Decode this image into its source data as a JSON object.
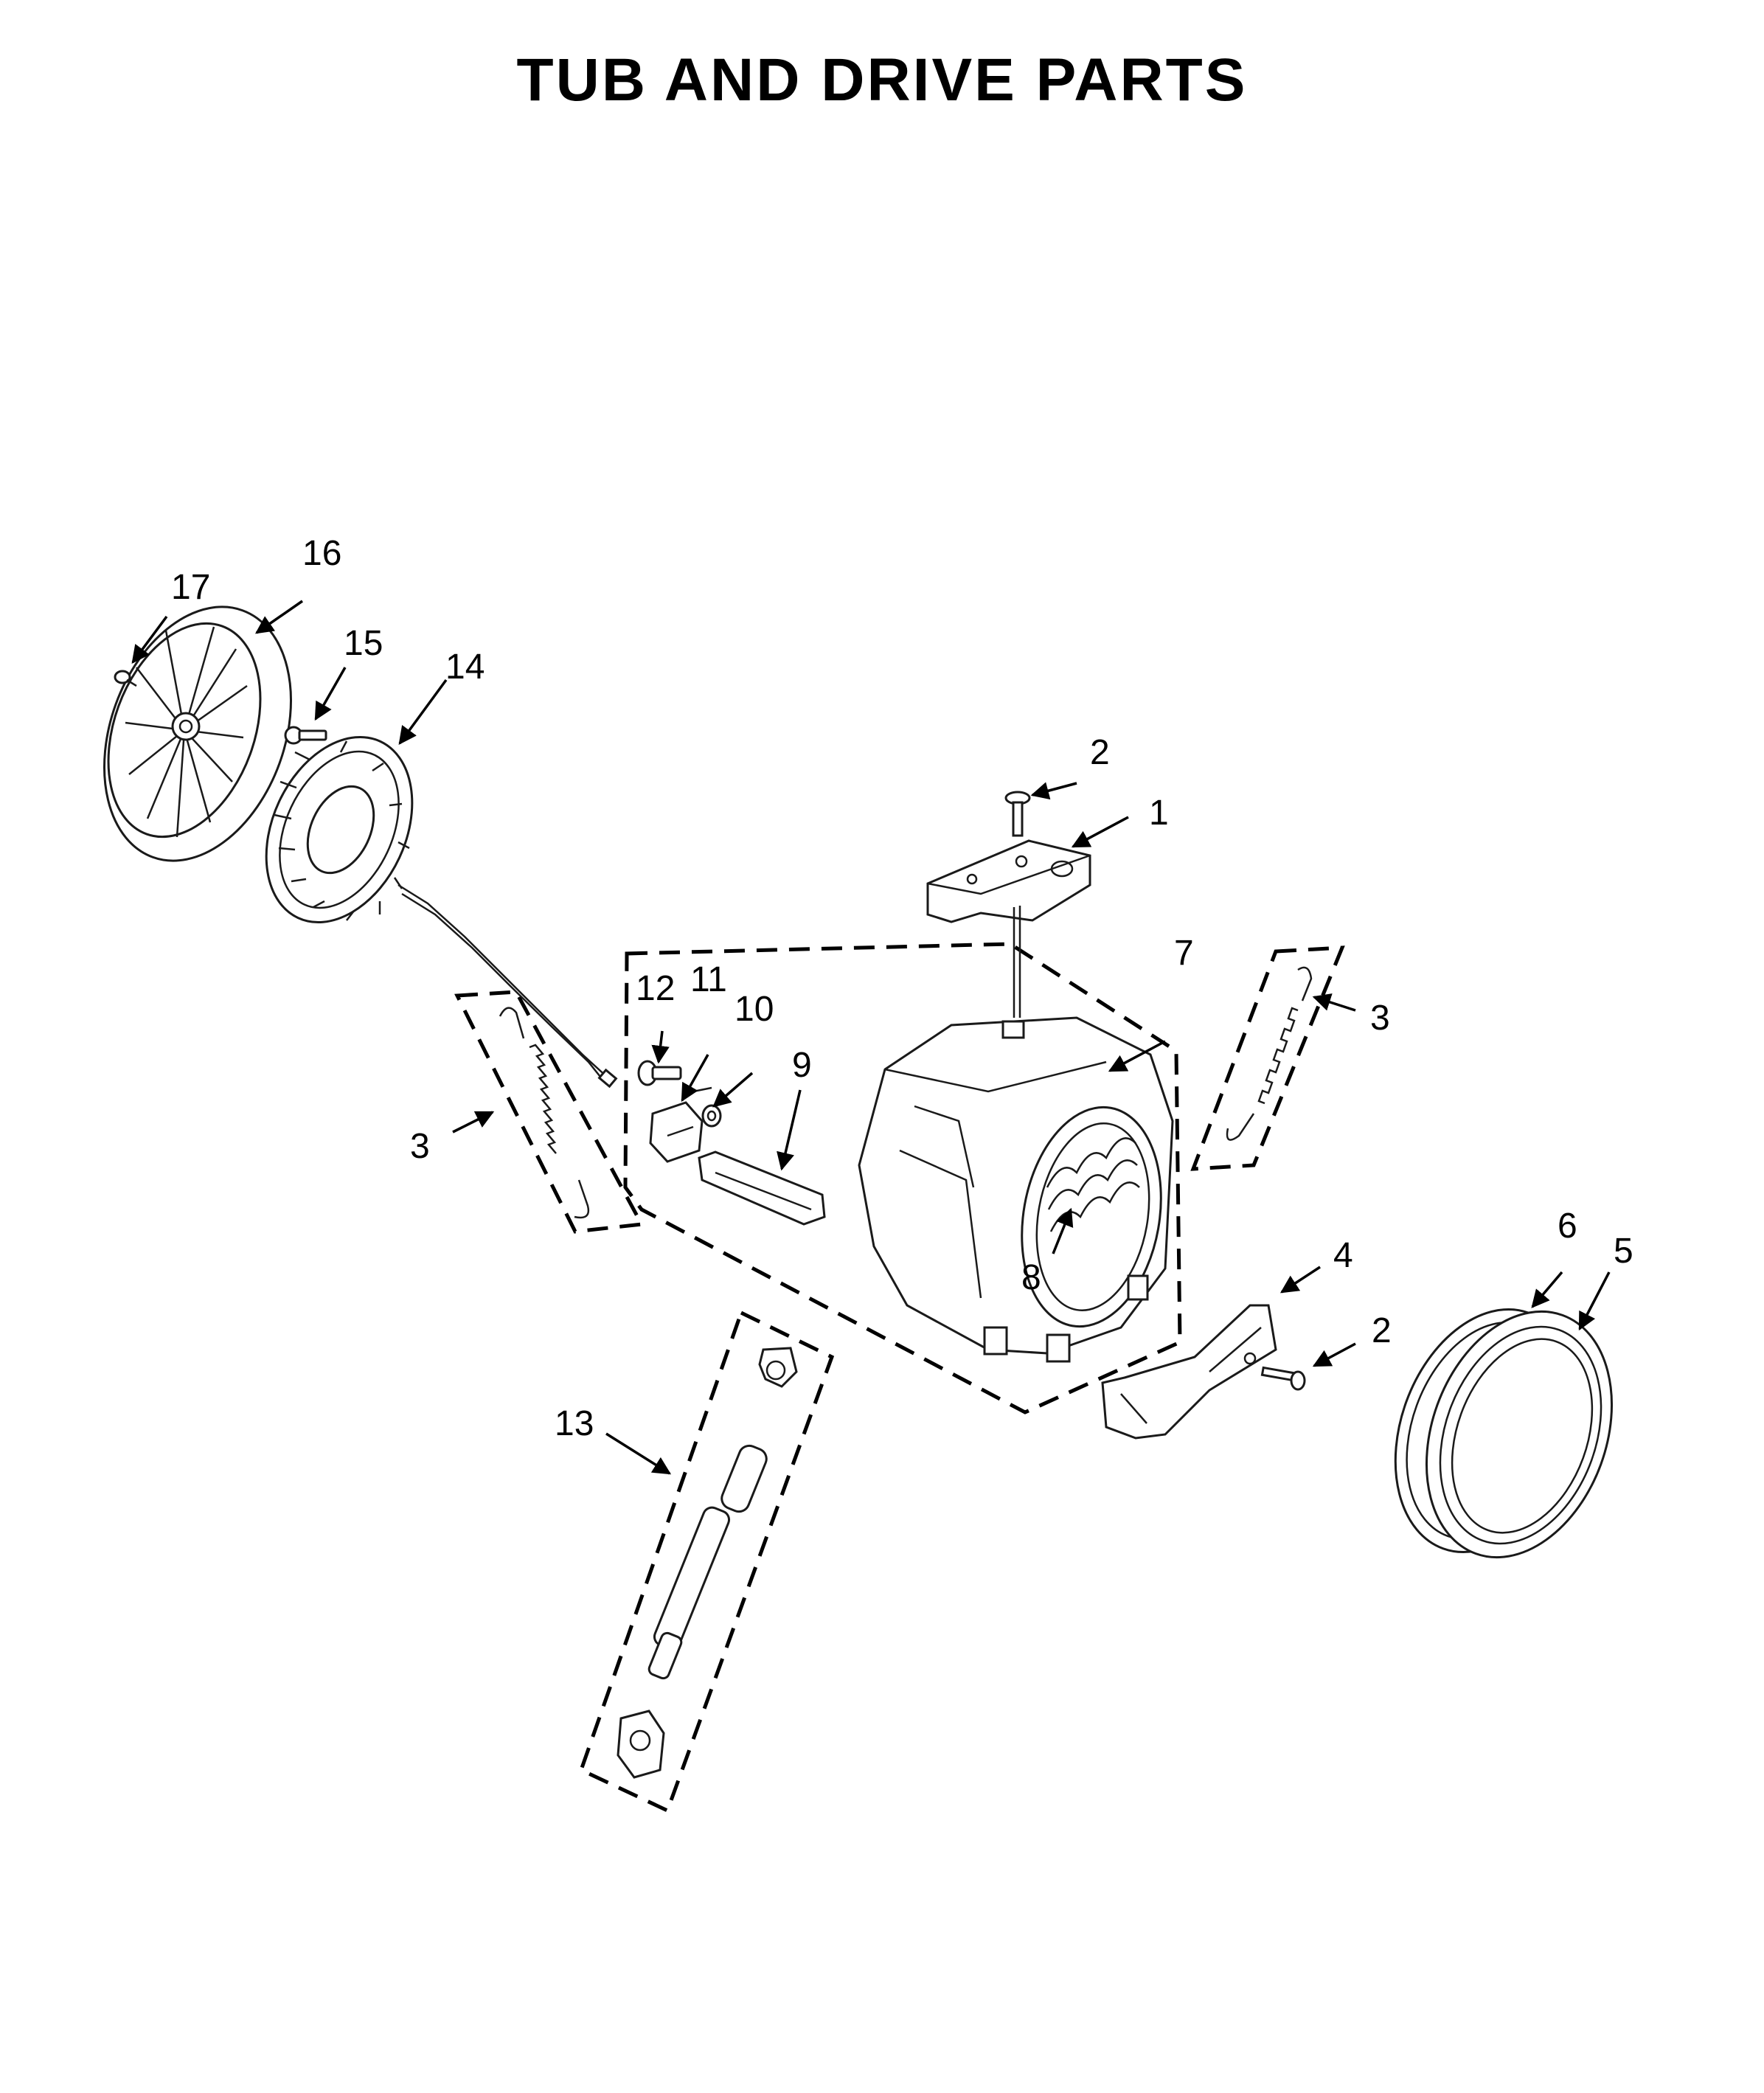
{
  "title": "TUB AND DRIVE PARTS",
  "callouts": {
    "c1": "1",
    "c2a": "2",
    "c2b": "2",
    "c3a": "3",
    "c3b": "3",
    "c4": "4",
    "c5": "5",
    "c6": "6",
    "c7": "7",
    "c8": "8",
    "c9": "9",
    "c10": "10",
    "c11": "11",
    "c12": "12",
    "c13": "13",
    "c14": "14",
    "c15": "15",
    "c16": "16",
    "c17": "17"
  }
}
